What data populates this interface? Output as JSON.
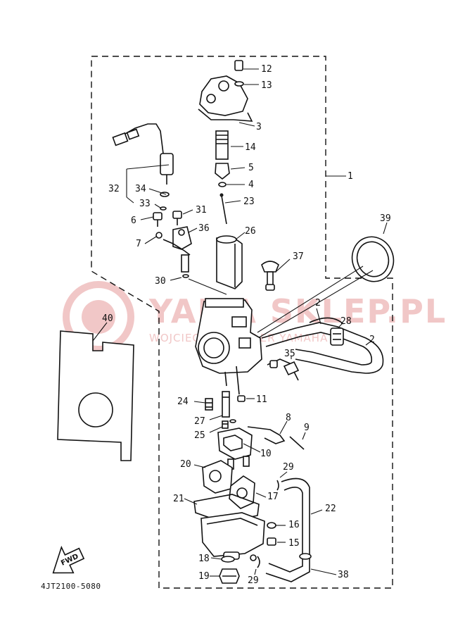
{
  "drawing_code": "4JT2100-5080",
  "watermark": {
    "brand": "YAMA SKLEP.PL",
    "subtitle": "WOJCIECH ... DEALER YAMAHA",
    "color": "#f1c7c7"
  },
  "fwd_label": "FWD",
  "callouts": {
    "c1": "1",
    "c2a": "2",
    "c2b": "2",
    "c3": "3",
    "c4": "4",
    "c5": "5",
    "c6": "6",
    "c7": "7",
    "c8": "8",
    "c9": "9",
    "c10": "10",
    "c11": "11",
    "c12": "12",
    "c13": "13",
    "c14": "14",
    "c15": "15",
    "c16": "16",
    "c17": "17",
    "c18": "18",
    "c19": "19",
    "c20": "20",
    "c21": "21",
    "c22": "22",
    "c23": "23",
    "c24": "24",
    "c25": "25",
    "c26": "26",
    "c27": "27",
    "c28": "28",
    "c29a": "29",
    "c29b": "29",
    "c30": "30",
    "c31": "31",
    "c32": "32",
    "c33": "33",
    "c34": "34",
    "c35": "35",
    "c36": "36",
    "c37": "37",
    "c38": "38",
    "c39": "39",
    "c40": "40"
  }
}
